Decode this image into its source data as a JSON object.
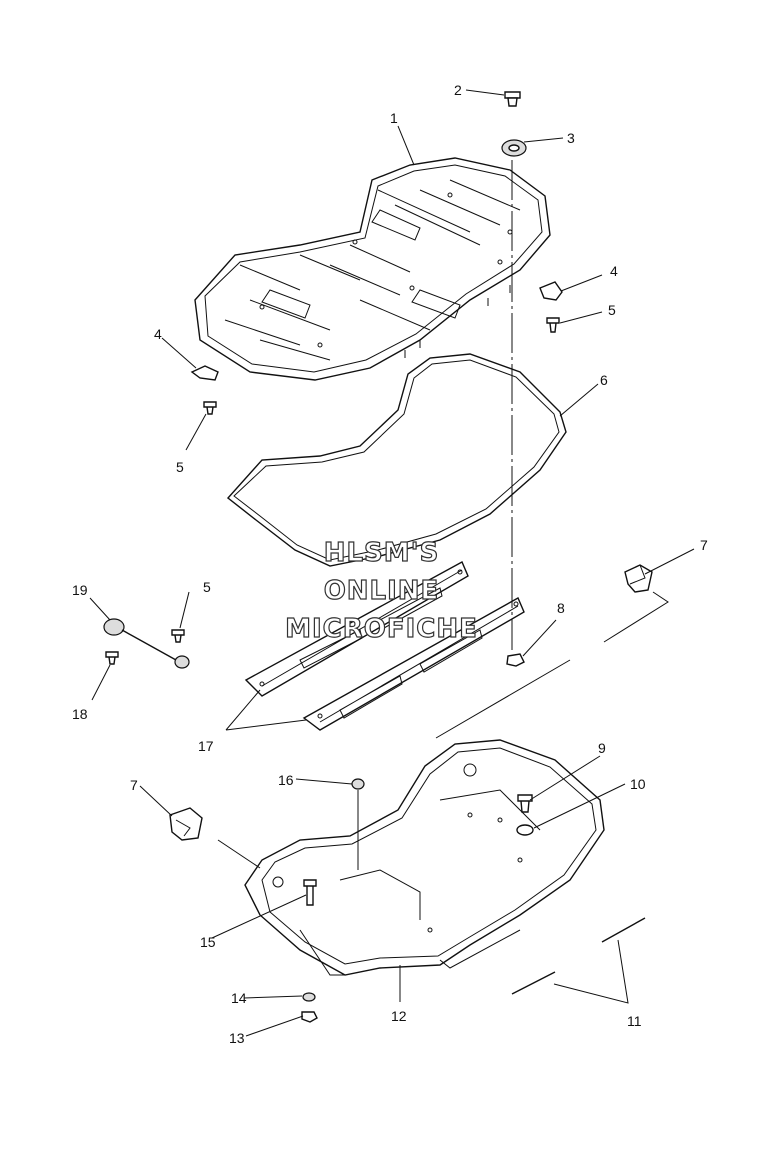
{
  "watermark": {
    "line1": "HLSM'S",
    "line2": "ONLINE",
    "line3": "MICROFICHE"
  },
  "callouts": [
    "1",
    "2",
    "3",
    "4",
    "4",
    "5",
    "5",
    "5",
    "6",
    "7",
    "7",
    "8",
    "9",
    "10",
    "11",
    "12",
    "13",
    "14",
    "15",
    "16",
    "17",
    "18",
    "19"
  ]
}
